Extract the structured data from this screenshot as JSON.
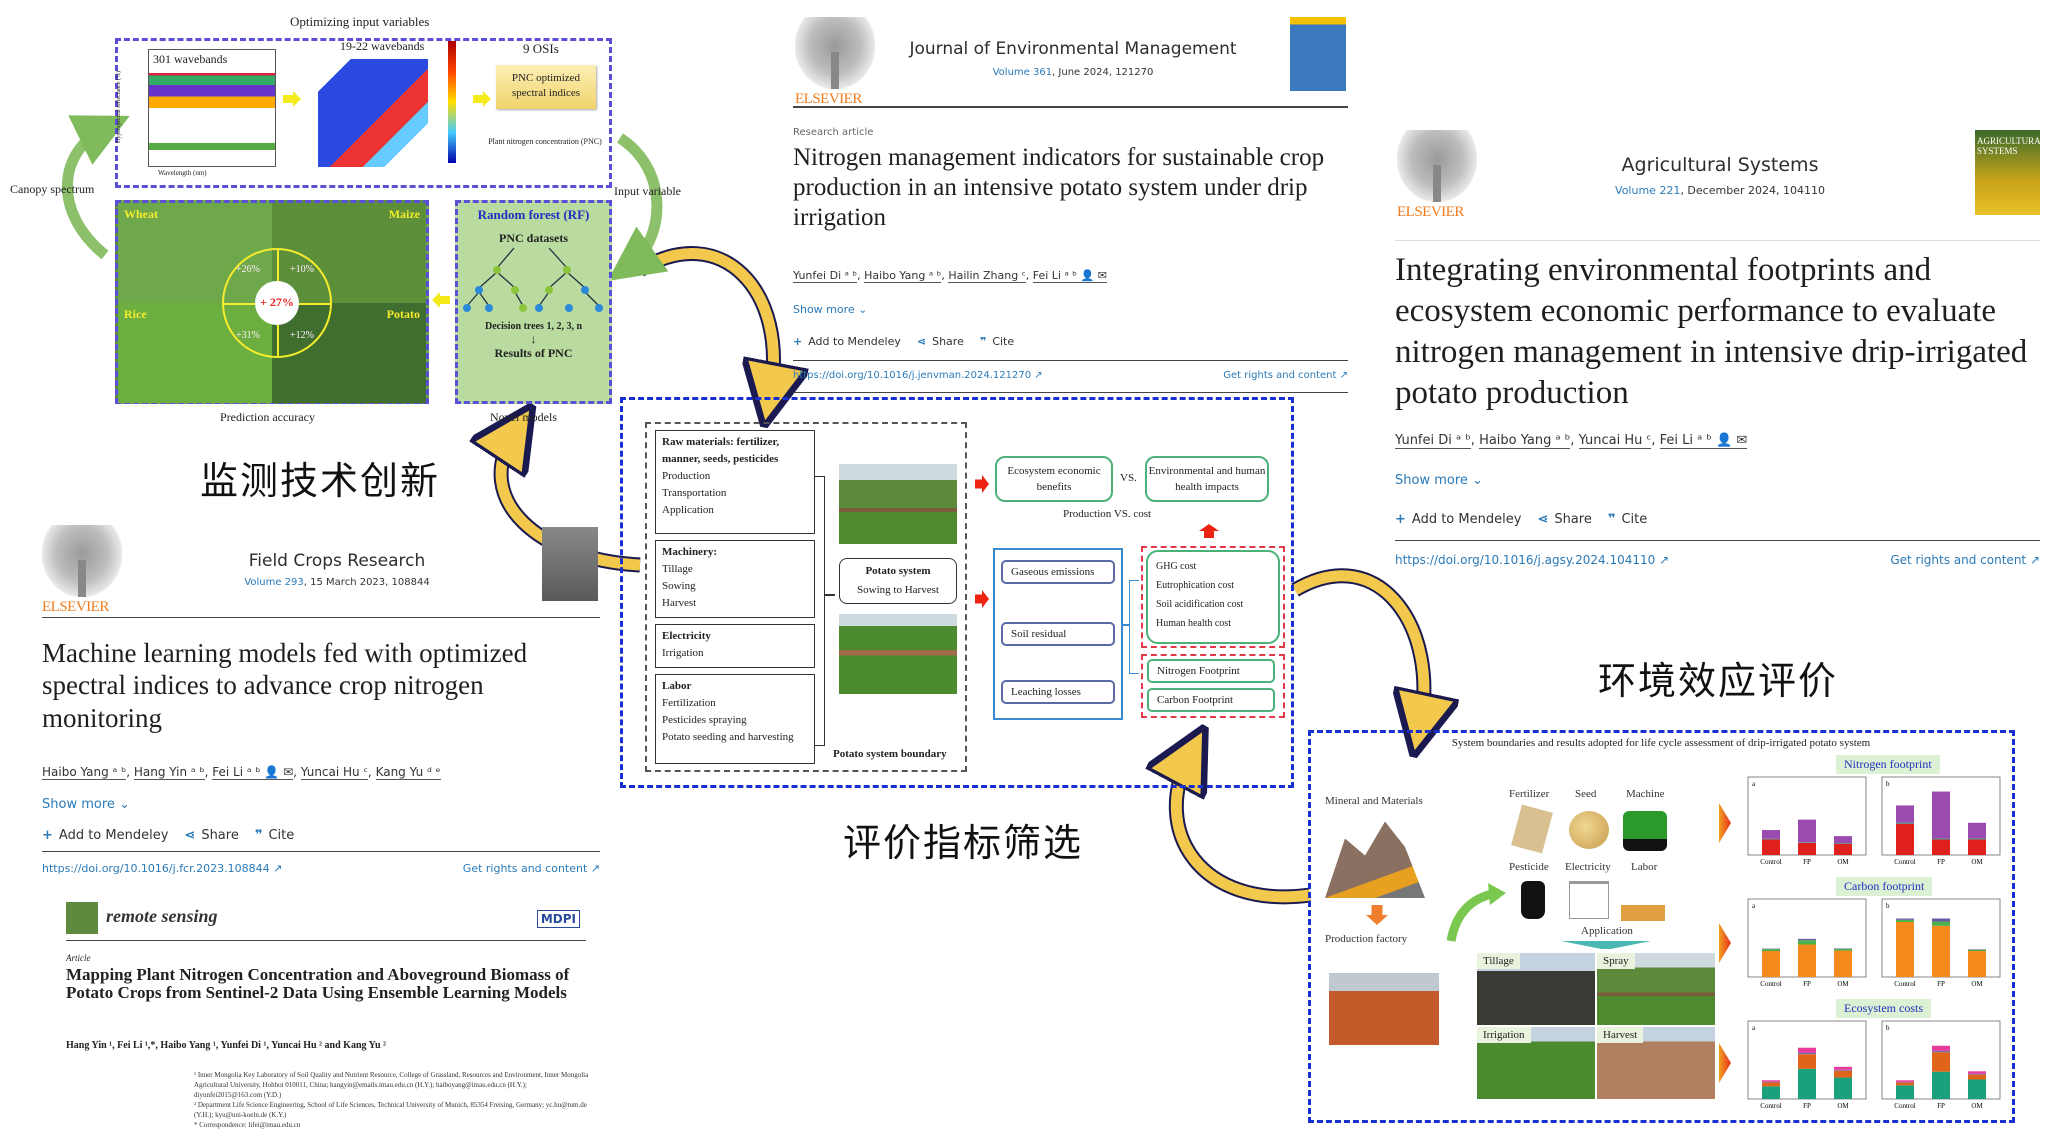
{
  "top_left_figure": {
    "title": "Optimizing input variables",
    "panel1_label": "301 wavebands",
    "panel1_xlabel": "Wavelength (nm)",
    "panel1_ylabel": "Hyperspectral reflectance (%)",
    "panel2_label": "19-22 wavebands",
    "osi_label": "9 OSIs",
    "osi_box": "PNC optimized spectral indices",
    "pnc_caption": "Plant nitrogen concentration (PNC)",
    "left_arrow_label": "Canopy spectrum",
    "right_arrow_label": "Input variable",
    "crops": [
      "Wheat",
      "Maize",
      "Rice",
      "Potato"
    ],
    "gains": [
      "+26%",
      "+10%",
      "+31%",
      "+12%"
    ],
    "center_gain": "+ 27%",
    "rf_title": "Random forest (RF)",
    "rf_datasets": "PNC datasets",
    "rf_trees": "Decision trees 1, 2, 3, n",
    "rf_results": "Results of PNC",
    "prediction_label": "Prediction accuracy",
    "novel_label": "Novel models"
  },
  "section_labels": {
    "monitoring": "监测技术创新",
    "indicator": "评价指标筛选",
    "environment": "环境效应评价"
  },
  "fcr_card": {
    "publisher": "ELSEVIER",
    "journal": "Field Crops Research",
    "volume_link": "Volume 293",
    "volume_rest": ", 15 March 2023, 108844",
    "title": "Machine learning models fed with optimized spectral indices to advance crop nitrogen monitoring",
    "authors": [
      "Haibo Yang ᵃ ᵇ",
      "Hang Yin ᵃ ᵇ",
      "Fei Li ᵃ ᵇ 👤 ✉",
      "Yuncai Hu ᶜ",
      "Kang Yu ᵈ ᵉ"
    ],
    "show_more": "Show more",
    "add_mendeley": "Add to Mendeley",
    "share": "Share",
    "cite": "Cite",
    "doi": "https://doi.org/10.1016/j.fcr.2023.108844 ↗",
    "rights": "Get rights and content ↗"
  },
  "rs_card": {
    "journal": "remote sensing",
    "publisher": "MDPI",
    "type": "Article",
    "title": "Mapping Plant Nitrogen Concentration and Aboveground Biomass of Potato Crops from Sentinel-2 Data Using Ensemble Learning Models",
    "authors": "Hang Yin ¹, Fei Li ¹,*, Haibo Yang ¹, Yunfei Di ¹, Yuncai Hu ² and Kang Yu ²",
    "affiliations": [
      "¹   Inner Mongolia Key Laboratory of Soil Quality and Nutrient Resource, College of Grassland, Resources and Environment, Inner Mongolia Agricultural University, Hohhot 010011, China; hangyin@emails.imau.edu.cn (H.Y.); haiboyang@imau.edu.cn (H.Y.); diyunfei2015@163.com (Y.D.)",
      "²   Department Life Science Engineering, School of Life Sciences, Technical University of Munich, 85354 Freising, Germany; yc.hu@tum.de (Y.H.); kyu@uni-koeln.de (K.Y.)",
      "*   Correspondence: lifei@imau.edu.cn"
    ]
  },
  "jem_card": {
    "publisher": "ELSEVIER",
    "journal": "Journal of Environmental Management",
    "volume_link": "Volume 361",
    "volume_rest": ", June 2024, 121270",
    "article_type": "Research article",
    "title": "Nitrogen management indicators for sustainable crop production in an intensive potato system under drip irrigation",
    "authors": [
      "Yunfei Di ᵃ ᵇ",
      "Haibo Yang ᵃ ᵇ",
      "Hailin Zhang ᶜ",
      "Fei Li ᵃ ᵇ 👤 ✉"
    ],
    "show_more": "Show more",
    "add_mendeley": "Add to Mendeley",
    "share": "Share",
    "cite": "Cite",
    "doi": "https://doi.org/10.1016/j.jenvman.2024.121270 ↗",
    "rights": "Get rights and content ↗"
  },
  "as_card": {
    "publisher": "ELSEVIER",
    "journal": "Agricultural Systems",
    "cover_text": "AGRICULTURAL SYSTEMS",
    "volume_link": "Volume 221",
    "volume_rest": ", December 2024, 104110",
    "title": "Integrating environmental footprints and ecosystem economic performance to evaluate nitrogen management in intensive drip-irrigated potato production",
    "authors": [
      "Yunfei Di ᵃ ᵇ",
      "Haibo Yang ᵃ ᵇ",
      "Yuncai Hu ᶜ",
      "Fei Li ᵃ ᵇ 👤 ✉"
    ],
    "show_more": "Show more",
    "add_mendeley": "Add to Mendeley",
    "share": "Share",
    "cite": "Cite",
    "doi": "https://doi.org/10.1016/j.agsy.2024.104110 ↗",
    "rights": "Get rights and content ↗"
  },
  "center_diagram": {
    "raw_title": "Raw materials: fertilizer, manner, seeds, pesticides",
    "raw_items": [
      "Production",
      "Transportation",
      "Application"
    ],
    "machinery_title": "Machinery:",
    "machinery_items": [
      "Tillage",
      "Sowing",
      "Harvest"
    ],
    "electricity_title": "Electricity",
    "electricity_items": [
      "Irrigation"
    ],
    "labor_title": "Labor",
    "labor_items": [
      "Fertilization",
      "Pesticides spraying",
      "Potato seeding and harvesting"
    ],
    "potato_system": "Potato system",
    "sowing_harvest": "Sowing to Harvest",
    "boundary": "Potato system boundary",
    "eco_benefits": "Ecosystem economic benefits",
    "vs": "VS.",
    "env_impacts": "Environmental and human health impacts",
    "prod_vs_cost": "Production VS. cost",
    "emissions": [
      "Gaseous emissions",
      "Soil residual",
      "Leaching losses"
    ],
    "costs": [
      "GHG cost",
      "Eutrophication cost",
      "Soil acidification cost",
      "Human health cost"
    ],
    "footprints": [
      "Nitrogen Footprint",
      "Carbon Footprint"
    ]
  },
  "lca_figure": {
    "title": "System boundaries and results adopted for life cycle assessment of drip-irrigated potato system",
    "mineral": "Mineral and Materials",
    "factory": "Production factory",
    "inputs": [
      "Fertilizer",
      "Seed",
      "Machine",
      "Pesticide",
      "Electricity",
      "Labor"
    ],
    "application": "Application",
    "operations": [
      "Tillage",
      "Spray",
      "Irrigation",
      "Harvest"
    ]
  },
  "chart_data": [
    {
      "type": "bar",
      "title": "Nitrogen footprint",
      "panel": "a",
      "categories": [
        "Control",
        "FP",
        "OM"
      ],
      "series": [
        {
          "name": "red",
          "color": "#e0201c",
          "values": [
            0.9,
            0.7,
            0.65
          ]
        },
        {
          "name": "teal",
          "color": "#3a8a8a",
          "values": [
            0.04,
            0.04,
            0.04
          ]
        },
        {
          "name": "purple",
          "color": "#9b4bb0",
          "values": [
            0.5,
            1.3,
            0.4
          ]
        }
      ],
      "ylim": [
        0,
        4.5
      ]
    },
    {
      "type": "bar",
      "title": "",
      "panel": "b",
      "categories": [
        "Control",
        "FP",
        "OM"
      ],
      "series": [
        {
          "name": "red",
          "color": "#e0201c",
          "values": [
            1.8,
            0.9,
            0.9
          ]
        },
        {
          "name": "teal",
          "color": "#3a8a8a",
          "values": [
            0.06,
            0.06,
            0.06
          ]
        },
        {
          "name": "purple",
          "color": "#9b4bb0",
          "values": [
            1.0,
            2.7,
            0.9
          ]
        }
      ],
      "ylim": [
        0,
        4.5
      ]
    },
    {
      "type": "bar",
      "title": "Carbon footprint",
      "panel": "a",
      "categories": [
        "Control",
        "FP",
        "OM"
      ],
      "series": [
        {
          "name": "orange",
          "color": "#f48a1c",
          "values": [
            600,
            750,
            610
          ]
        },
        {
          "name": "green",
          "color": "#4cb04c",
          "values": [
            45,
            100,
            40
          ]
        },
        {
          "name": "purple",
          "color": "#6a5aa6",
          "values": [
            10,
            30,
            10
          ]
        }
      ],
      "ylim": [
        0,
        1800
      ]
    },
    {
      "type": "bar",
      "title": "",
      "panel": "b",
      "categories": [
        "Control",
        "FP",
        "OM"
      ],
      "series": [
        {
          "name": "orange",
          "color": "#f48a1c",
          "values": [
            1270,
            1180,
            600
          ]
        },
        {
          "name": "green",
          "color": "#4cb04c",
          "values": [
            50,
            100,
            30
          ]
        },
        {
          "name": "purple",
          "color": "#6a5aa6",
          "values": [
            30,
            70,
            10
          ]
        }
      ],
      "ylim": [
        0,
        1800
      ]
    },
    {
      "type": "bar",
      "title": "Ecosystem costs",
      "panel": "a",
      "categories": [
        "Control",
        "FP",
        "OM"
      ],
      "series": [
        {
          "name": "teal",
          "color": "#1aa07a",
          "values": [
            65,
            155,
            110
          ]
        },
        {
          "name": "orange",
          "color": "#e0651a",
          "values": [
            20,
            75,
            35
          ]
        },
        {
          "name": "purple",
          "color": "#7b6ab0",
          "values": [
            3,
            8,
            5
          ]
        },
        {
          "name": "pink",
          "color": "#e83a9a",
          "values": [
            8,
            25,
            15
          ]
        }
      ],
      "ylim": [
        0,
        400
      ]
    },
    {
      "type": "bar",
      "title": "",
      "panel": "b",
      "categories": [
        "Control",
        "FP",
        "OM"
      ],
      "series": [
        {
          "name": "teal",
          "color": "#1aa07a",
          "values": [
            70,
            140,
            100
          ]
        },
        {
          "name": "orange",
          "color": "#e0651a",
          "values": [
            15,
            100,
            25
          ]
        },
        {
          "name": "purple",
          "color": "#7b6ab0",
          "values": [
            3,
            8,
            5
          ]
        },
        {
          "name": "pink",
          "color": "#e83a9a",
          "values": [
            8,
            25,
            12
          ]
        }
      ],
      "ylim": [
        0,
        400
      ]
    }
  ]
}
